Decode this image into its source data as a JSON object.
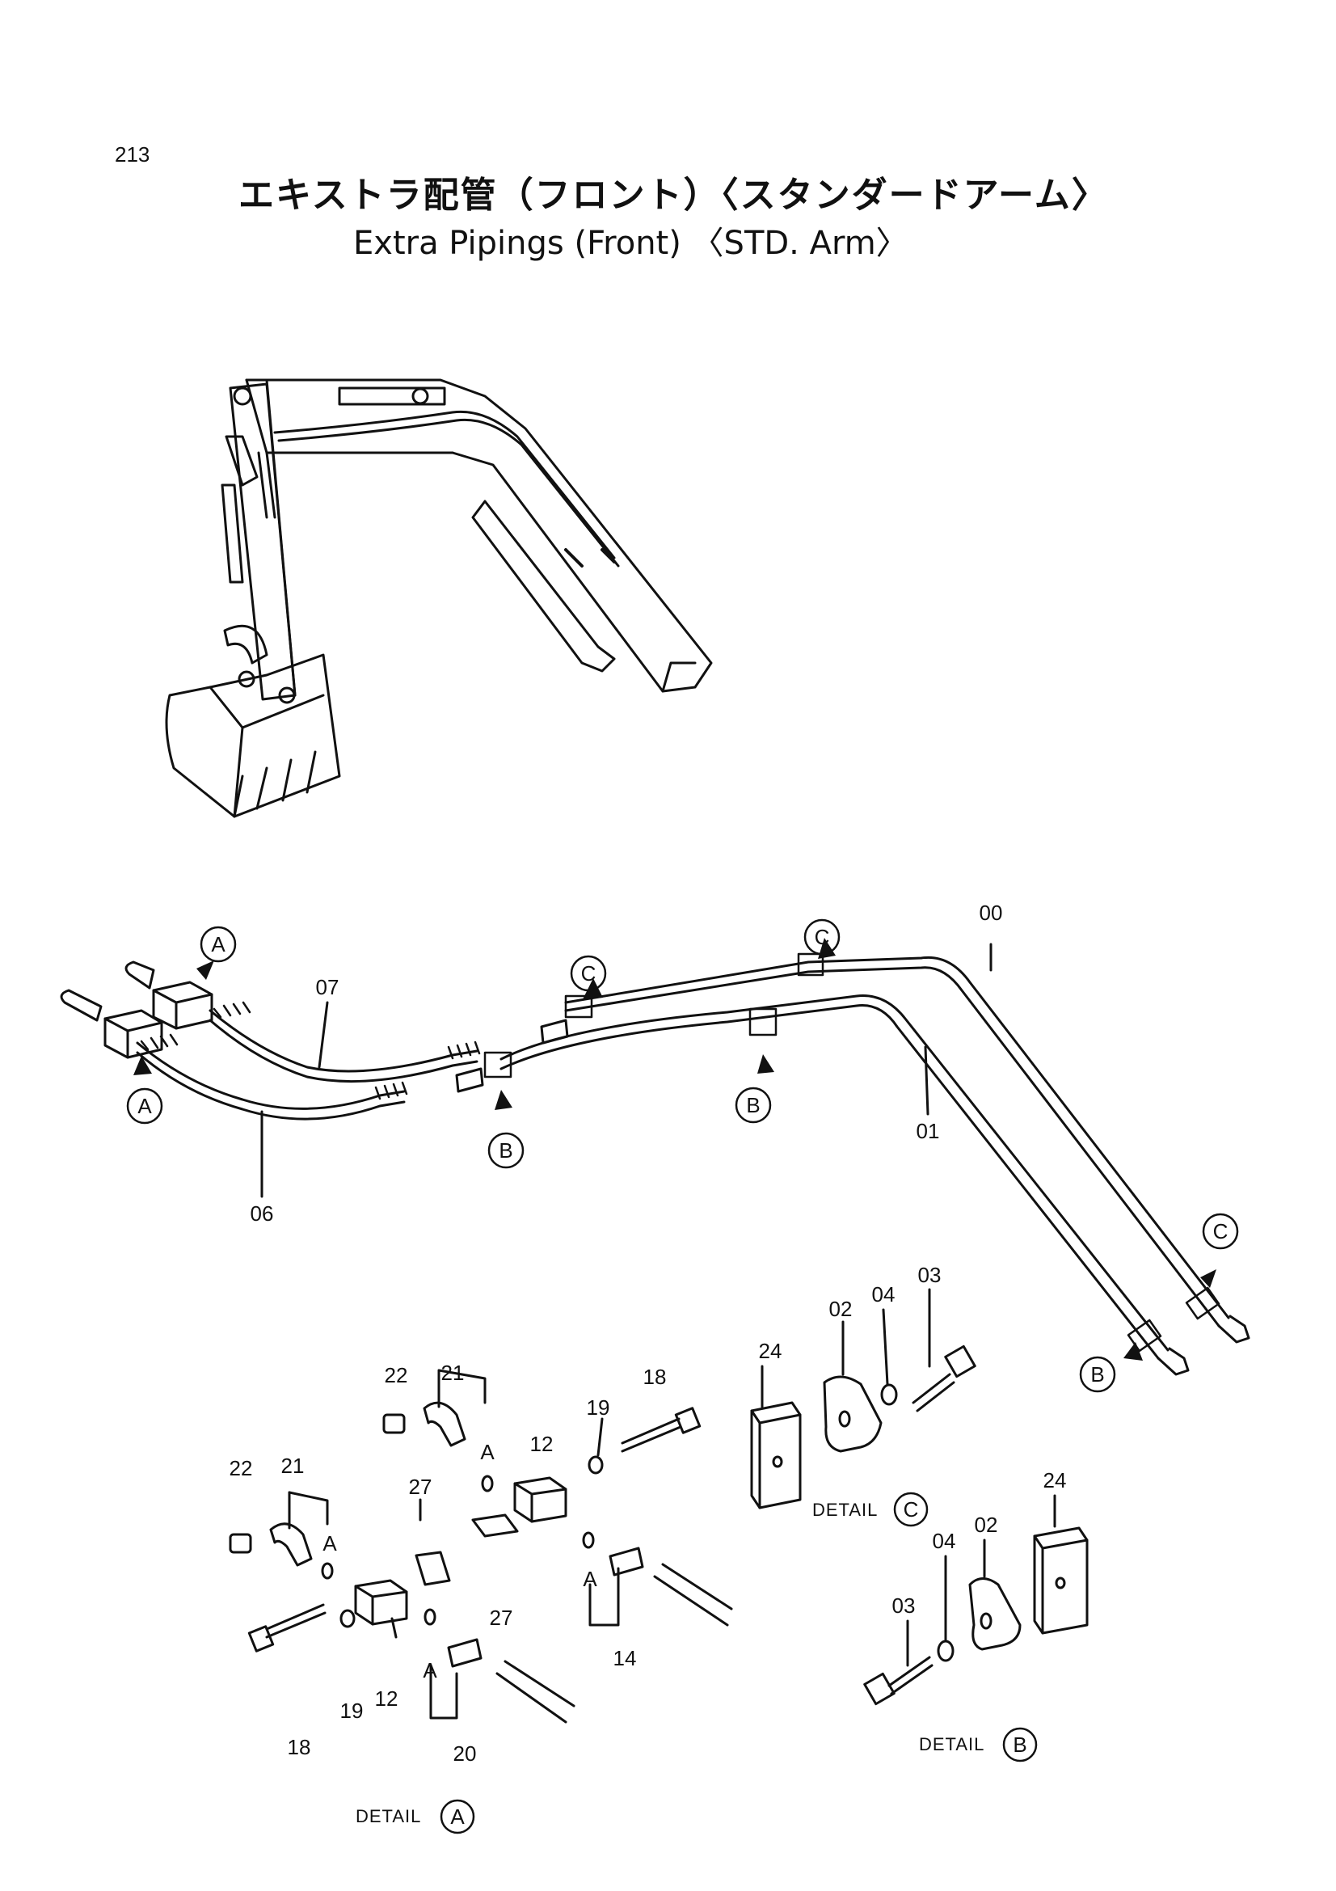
{
  "page": {
    "number": "213"
  },
  "title": {
    "japanese": "エキストラ配管（フロント）〈スタンダードアーム〉",
    "english": "Extra Pipings (Front) 〈STD. Arm〉"
  },
  "part_numbers": {
    "p00": "00",
    "p01": "01",
    "p02": "02",
    "p03": "03",
    "p04": "04",
    "p06": "06",
    "p07": "07",
    "p12": "12",
    "p14": "14",
    "p18": "18",
    "p19": "19",
    "p20": "20",
    "p21": "21",
    "p22": "22",
    "p24": "24",
    "p27": "27"
  },
  "callouts": {
    "a": "A",
    "b": "B",
    "c": "C"
  },
  "details": {
    "word": "DETAIL",
    "a": "A",
    "b": "B",
    "c": "C"
  }
}
